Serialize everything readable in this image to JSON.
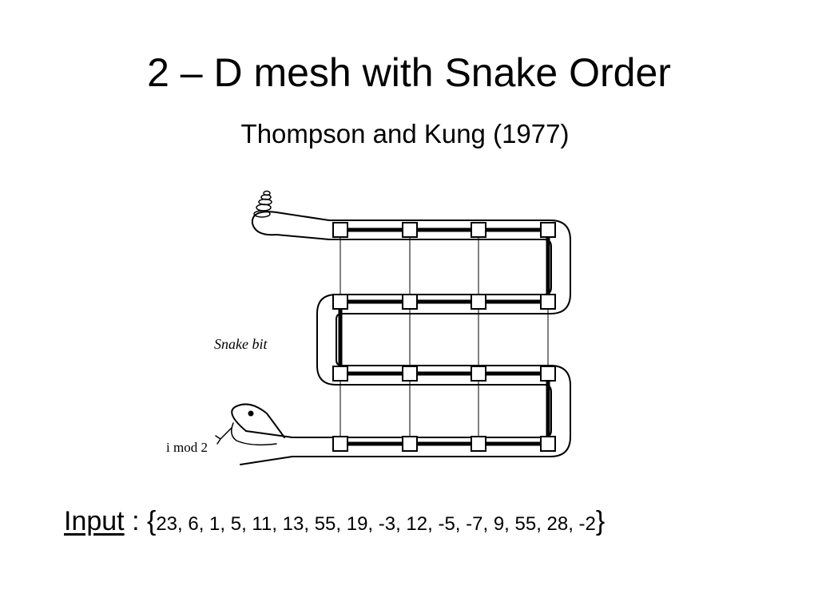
{
  "slide": {
    "title": "2 – D mesh with Snake Order",
    "subtitle": "Thompson and Kung (1977)"
  },
  "figure": {
    "labels": {
      "snake_bit": "Snake bit",
      "i_mod": "i mod 2"
    },
    "mesh": {
      "rows": 4,
      "cols": 4,
      "order": "snake (boustrophedon)"
    }
  },
  "input": {
    "label": "Input",
    "separator": " : ",
    "open_brace": "{",
    "values_text": "23, 6, 1, 5, 11, 13, 55, 19, -3, 12, -5, -7, 9, 55, 28, -2",
    "close_brace": "}"
  }
}
